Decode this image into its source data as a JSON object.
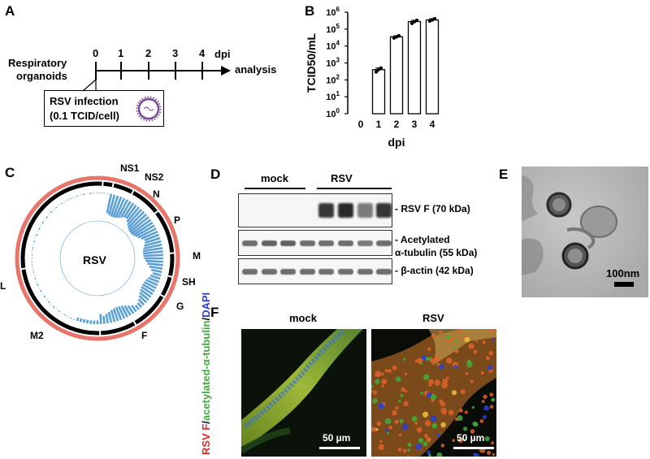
{
  "panels": {
    "a": "A",
    "b": "B",
    "c": "C",
    "d": "D",
    "e": "E",
    "f": "F"
  },
  "panel_a": {
    "ticks": [
      "0",
      "1",
      "2",
      "3",
      "4"
    ],
    "axis_unit": "dpi",
    "arrow_label": "analysis",
    "source_line1": "Respiratory",
    "source_line2": "organoids",
    "box_line1": "RSV infection",
    "box_line2": "(0.1 TCID/cell)"
  },
  "chart_data": {
    "type": "bar",
    "categories": [
      "0",
      "1",
      "2",
      "3",
      "4"
    ],
    "values": [
      0,
      400,
      35000,
      280000,
      350000
    ],
    "replicates": [
      [],
      [
        300,
        420,
        500
      ],
      [
        30000,
        35000,
        40000
      ],
      [
        220000,
        280000,
        330000
      ],
      [
        300000,
        350000,
        410000
      ]
    ],
    "xlabel": "dpi",
    "ylabel": "TCID50/mL",
    "yscale": "log",
    "ylim": [
      1,
      1000000
    ],
    "ytick_labels": [
      {
        "base": "10",
        "exp": "0"
      },
      {
        "base": "10",
        "exp": "1"
      },
      {
        "base": "10",
        "exp": "2"
      },
      {
        "base": "10",
        "exp": "3"
      },
      {
        "base": "10",
        "exp": "4"
      },
      {
        "base": "10",
        "exp": "5"
      },
      {
        "base": "10",
        "exp": "6"
      }
    ]
  },
  "panel_c": {
    "center_label": "RSV",
    "genes": [
      "NS1",
      "NS2",
      "N",
      "P",
      "M",
      "SH",
      "G",
      "F",
      "M2",
      "L"
    ]
  },
  "panel_d": {
    "groups": [
      "mock",
      "RSV"
    ],
    "bands": [
      {
        "label": "RSV F (70 kDa)",
        "intensities": [
          0,
          0,
          0,
          0,
          0.85,
          0.9,
          0.55,
          0.85
        ]
      },
      {
        "label_line1": "Acetylated",
        "label_line2": "α-tubulin (55 kDa)",
        "intensities": [
          0.6,
          0.65,
          0.65,
          0.6,
          0.6,
          0.6,
          0.55,
          0.6
        ]
      },
      {
        "label": "β-actin (42 kDa)",
        "intensities": [
          0.6,
          0.6,
          0.6,
          0.6,
          0.6,
          0.6,
          0.6,
          0.6
        ]
      }
    ]
  },
  "panel_e": {
    "scale": "100nm"
  },
  "panel_f": {
    "conditions": [
      "mock",
      "RSV"
    ],
    "scale": "50 µm",
    "stain_red": "RSV F",
    "stain_sep1": "/",
    "stain_green": "acetylated-α-tubulin",
    "stain_sep2": "/",
    "stain_blue": "DAPI",
    "colors": {
      "red": "#e8261f",
      "green": "#3fae3a",
      "blue": "#2a3fd6"
    }
  }
}
